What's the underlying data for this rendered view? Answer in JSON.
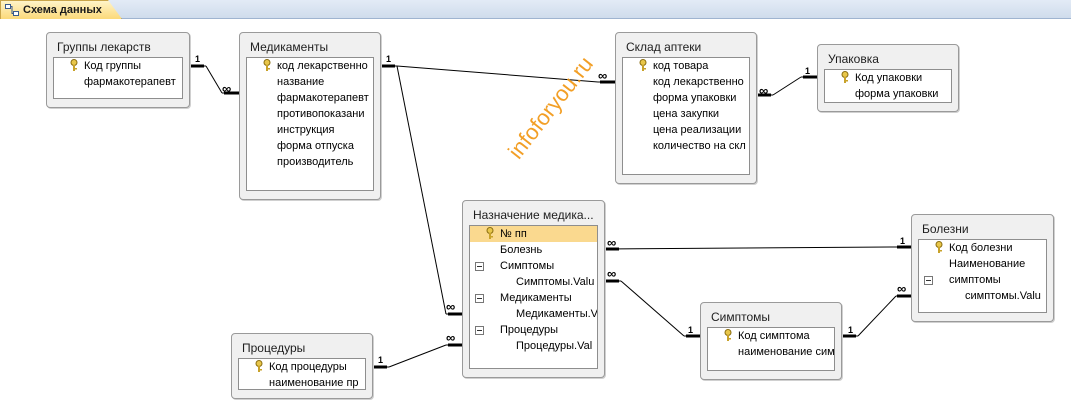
{
  "tab": {
    "label": "Схема данных"
  },
  "watermark": "infoforyou.ru",
  "tables": {
    "gruppy": {
      "title": "Группы лекарств",
      "rows": [
        "Код группы",
        "фармакотерапевт"
      ]
    },
    "medikamenty": {
      "title": "Медикаменты",
      "rows": [
        "код лекарственно",
        "название",
        "фармакотерапевт",
        "противопоказани",
        "инструкция",
        "форма отпуска",
        "производитель"
      ]
    },
    "sklad": {
      "title": "Склад аптеки",
      "rows": [
        "код товара",
        "код лекарственно",
        "форма упаковки",
        "цена закупки",
        "цена реализации",
        "количество на скл"
      ]
    },
    "upakovka": {
      "title": "Упаковка",
      "rows": [
        "Код упаковки",
        "форма упаковки"
      ]
    },
    "naznachenie": {
      "title": "Назначение медика...",
      "rows": [
        "№ пп",
        "Болезнь",
        "Симптомы",
        "Симптомы.Valu",
        "Медикаменты",
        "Медикаменты.V",
        "Процедуры",
        "Процедуры.Val"
      ]
    },
    "bolezni": {
      "title": "Болезни",
      "rows": [
        "Код болезни",
        "Наименование",
        "симптомы",
        "симптомы.Valu"
      ]
    },
    "simptomy": {
      "title": "Симптомы",
      "rows": [
        "Код симптома",
        "наименование сим"
      ]
    },
    "procedury": {
      "title": "Процедуры",
      "rows": [
        "Код процедуры",
        "наименование пр"
      ]
    }
  },
  "cardinality": {
    "one": "1",
    "many": "∞"
  },
  "colors": {
    "tab_bg": "#fbd97a",
    "selected_row": "#fad98f",
    "watermark": "#f29a1b"
  },
  "icons": {
    "key": "key-icon",
    "expand": "expand-collapse-icon",
    "relationships": "relationships-icon"
  }
}
